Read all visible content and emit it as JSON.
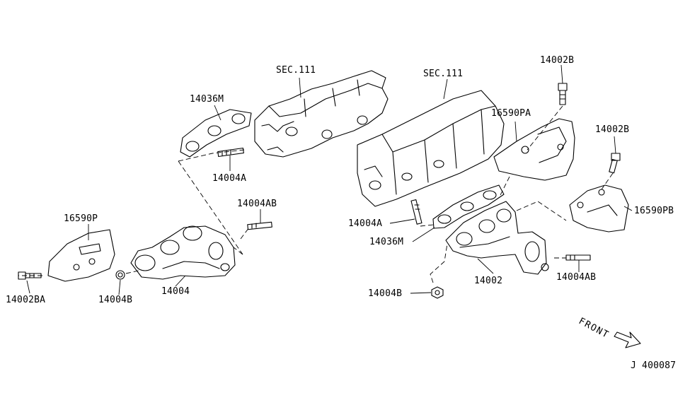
{
  "labels": {
    "sec_left": "SEC.111",
    "sec_right": "SEC.111",
    "gasket_left": "14036M",
    "stud_left_top": "14004A",
    "stud_left_mid": "14004AB",
    "heat_shield_left": "16590P",
    "bolt_left": "14002BA",
    "nut_left": "14004B",
    "manifold_left": "14004",
    "bolt_right_top": "14002B",
    "heat_shield_right_upper": "16590PA",
    "bolt_right_mid": "14002B",
    "heat_shield_right_lower": "16590PB",
    "stud_right": "14004A",
    "gasket_right": "14036M",
    "stud_right_lower": "14004AB",
    "manifold_right": "14002",
    "nut_right": "14004B",
    "front": "FRONT",
    "figure_code": "J 400087"
  }
}
